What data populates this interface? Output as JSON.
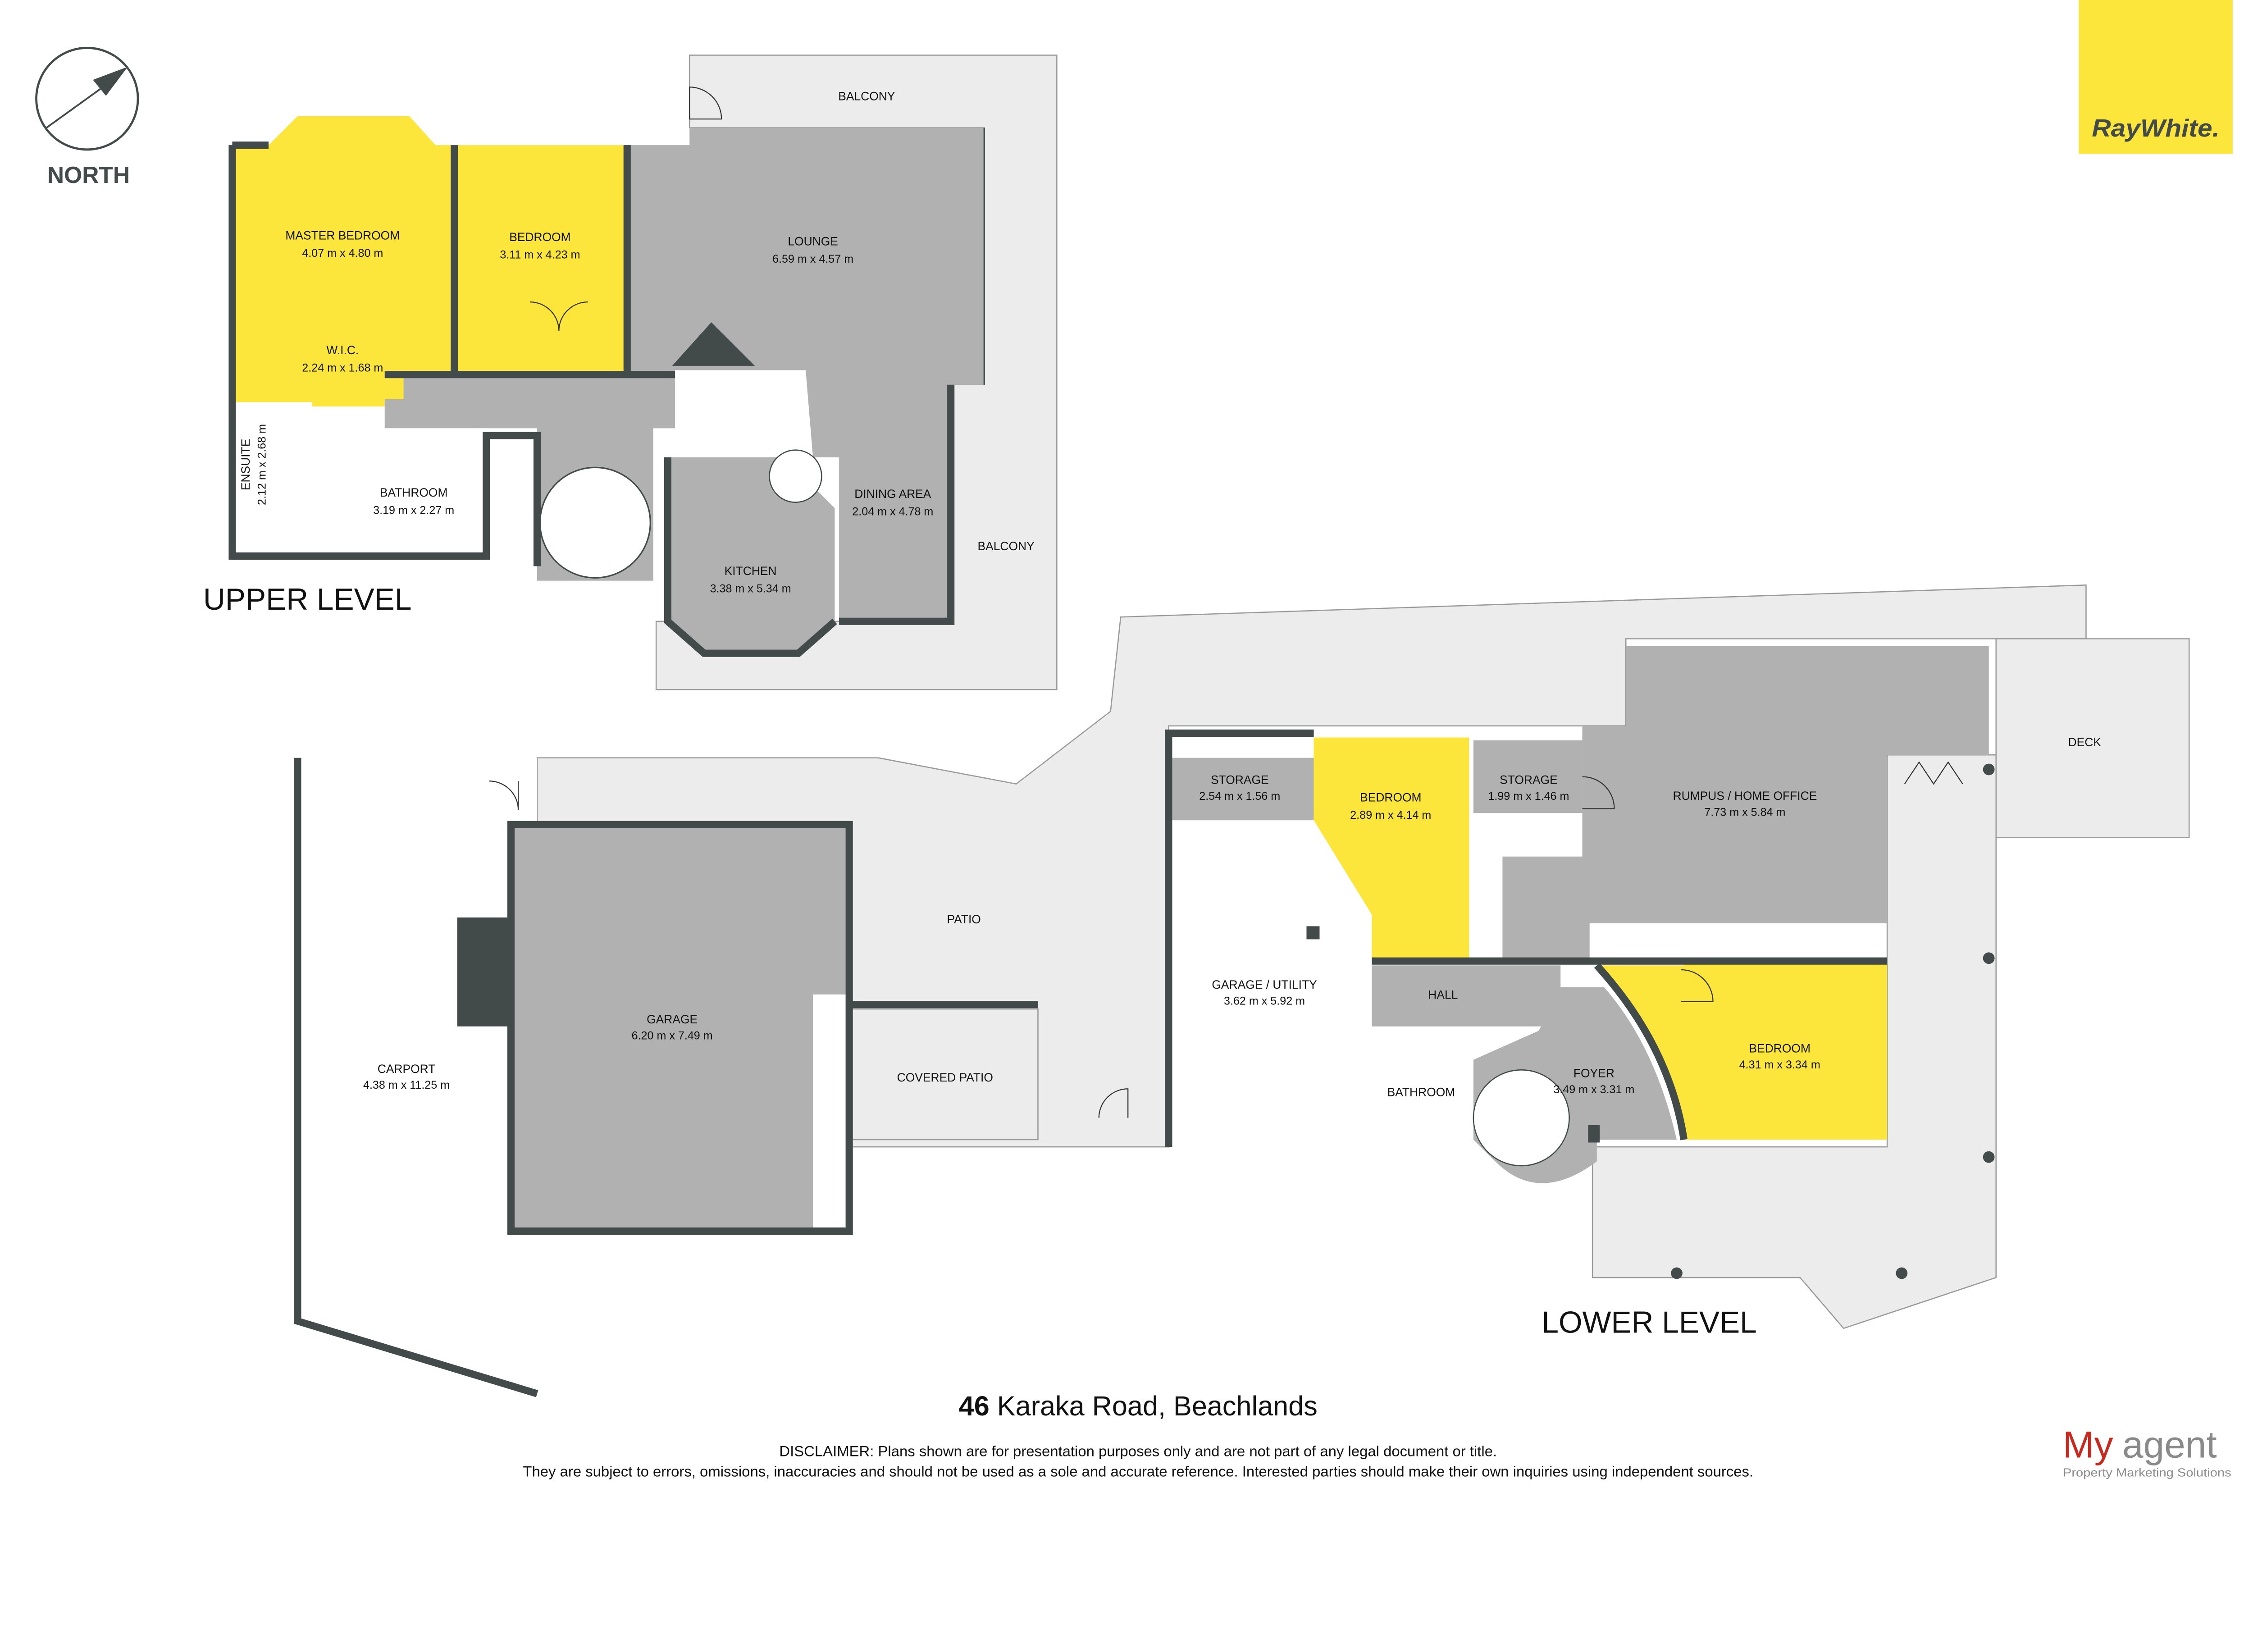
{
  "compass": {
    "label": "NORTH"
  },
  "brand": {
    "raywhite": "RayWhite.",
    "myagent_my": "My",
    "myagent_agent": "agent",
    "myagent_tagline": "Property Marketing Solutions",
    "raywhite_color": "#fce63b",
    "myagent_color": "#c8281e"
  },
  "upper": {
    "title": "UPPER LEVEL",
    "rooms": [
      {
        "name": "MASTER BEDROOM",
        "dims": "4.07 m x 4.80 m"
      },
      {
        "name": "BEDROOM",
        "dims": "3.11 m x 4.23 m"
      },
      {
        "name": "LOUNGE",
        "dims": "6.59 m x 4.57 m"
      },
      {
        "name": "W.I.C.",
        "dims": "2.24 m x 1.68 m"
      },
      {
        "name": "ENSUITE",
        "dims": "2.12 m x 2.68 m"
      },
      {
        "name": "BATHROOM",
        "dims": "3.19 m x 2.27 m"
      },
      {
        "name": "DINING AREA",
        "dims": "2.04 m x 4.78 m"
      },
      {
        "name": "KITCHEN",
        "dims": "3.38 m x 5.34 m"
      },
      {
        "name": "BALCONY",
        "dims": ""
      },
      {
        "name": "BALCONY",
        "dims": ""
      }
    ]
  },
  "lower": {
    "title": "LOWER LEVEL",
    "rooms": [
      {
        "name": "CARPORT",
        "dims": "4.38 m x 11.25 m"
      },
      {
        "name": "GARAGE",
        "dims": "6.20 m x 7.49 m"
      },
      {
        "name": "PATIO",
        "dims": ""
      },
      {
        "name": "COVERED PATIO",
        "dims": ""
      },
      {
        "name": "STORAGE",
        "dims": "2.54 m x 1.56 m"
      },
      {
        "name": "BEDROOM",
        "dims": "2.89 m x 4.14 m"
      },
      {
        "name": "STORAGE",
        "dims": "1.99 m x 1.46 m"
      },
      {
        "name": "RUMPUS / HOME OFFICE",
        "dims": "7.73 m x 5.84 m"
      },
      {
        "name": "DECK",
        "dims": ""
      },
      {
        "name": "GARAGE / UTILITY",
        "dims": "3.62 m x 5.92 m"
      },
      {
        "name": "HALL",
        "dims": ""
      },
      {
        "name": "BATHROOM",
        "dims": ""
      },
      {
        "name": "FOYER",
        "dims": "3.49 m x 3.31 m"
      },
      {
        "name": "BEDROOM",
        "dims": "4.31 m x 3.34 m"
      }
    ]
  },
  "footer": {
    "address_number": "46",
    "address_rest": " Karaka Road, Beachlands",
    "disclaimer_1": "DISCLAIMER: Plans shown are for presentation purposes only and are not part of any legal document or title.",
    "disclaimer_2": "They are subject to errors, omissions, inaccuracies and should not be used as a sole and accurate reference. Interested parties should make their own inquiries using independent sources."
  }
}
